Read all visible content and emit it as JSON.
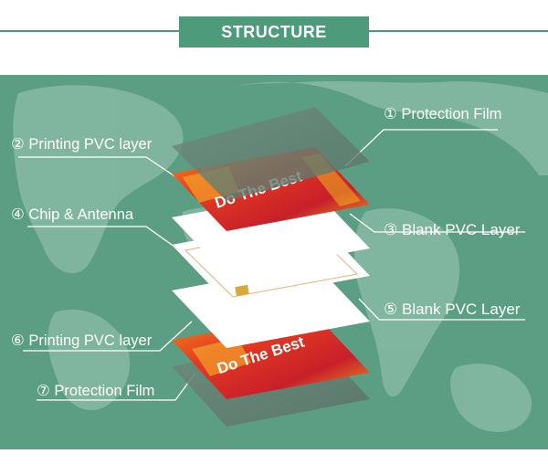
{
  "header": {
    "title": "STRUCTURE"
  },
  "card_text": "Do The Best",
  "colors": {
    "accent": "#4e9b7b",
    "panel": "#5c9e84",
    "map": "#86b9a4",
    "card_red": "#d42a2a",
    "card_orange": "#f07a1a"
  },
  "layers": [
    {
      "num": "①",
      "label": "Protection Film"
    },
    {
      "num": "②",
      "label": "Printing PVC layer"
    },
    {
      "num": "③",
      "label": "Blank PVC Layer"
    },
    {
      "num": "④",
      "label": "Chip & Antenna"
    },
    {
      "num": "⑤",
      "label": "Blank PVC Layer"
    },
    {
      "num": "⑥",
      "label": "Printing PVC layer"
    },
    {
      "num": "⑦",
      "label": "Protection Film"
    }
  ]
}
